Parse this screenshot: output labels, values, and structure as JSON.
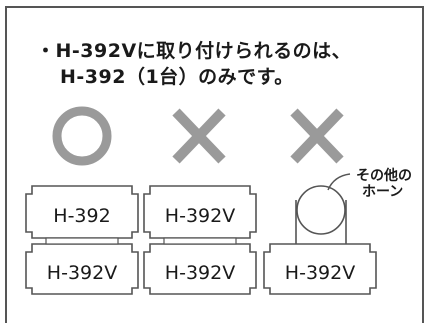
{
  "note": {
    "line1": "・H-392Vに取り付けられるのは、",
    "line2": "H-392（1台）のみです。"
  },
  "columns": [
    {
      "mark": "circle-ok-icon",
      "top_label": "H-392",
      "bottom_label": "H-392V"
    },
    {
      "mark": "cross-ng-icon",
      "top_label": "H-392V",
      "bottom_label": "H-392V"
    },
    {
      "mark": "cross-ng-icon",
      "top_label": "",
      "bottom_label": "H-392V",
      "callout": [
        "その他の",
        "ホーン"
      ]
    }
  ],
  "colors": {
    "frame": "#555555",
    "symbol": "#9a9a9a",
    "text": "#1a1a1a"
  }
}
